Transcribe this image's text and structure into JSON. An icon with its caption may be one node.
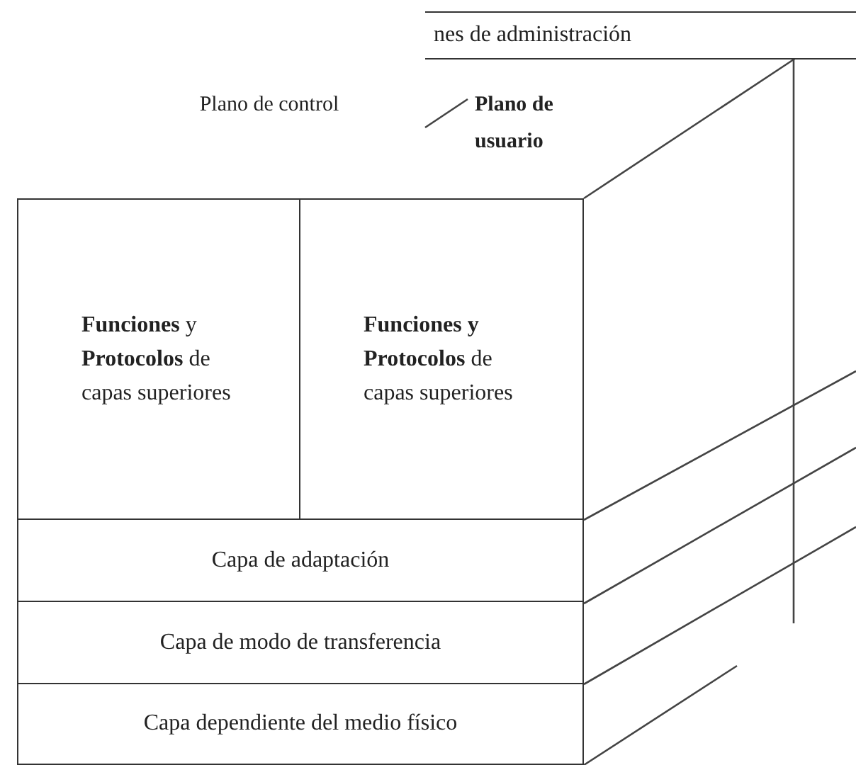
{
  "diagram": {
    "nodes": [
      {
        "text": [
          "nes de administración"
        ]
      },
      {
        "text": [
          "**Funciones** y **Protocolos** de capas superiores"
        ]
      },
      {
        "text": [
          "**Funciones y Protocolos** de capas superiores"
        ]
      },
      {
        "text": [
          "Capa de adaptación"
        ]
      },
      {
        "text": [
          "Capa de modo de transferencia"
        ]
      },
      {
        "text": [
          "Capa dependiente del medio físico"
        ]
      }
    ],
    "labels": [
      "Plano de control",
      "Plano de usuario"
    ]
  }
}
